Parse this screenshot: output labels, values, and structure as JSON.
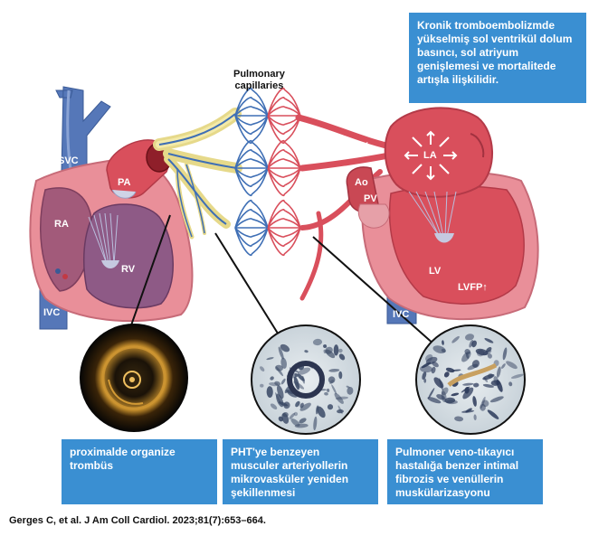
{
  "labels": {
    "pulmonary_capillaries": [
      "Pulmonary",
      "capillaries"
    ],
    "svc": "SVC",
    "ra": "RA",
    "rv": "RV",
    "pa": "PA",
    "ivc_left": "IVC",
    "pv_upper": "PV",
    "la": "LA",
    "ao": "Ao",
    "pv_lower": "PV",
    "lv": "LV",
    "lvfp": "LVFP↑",
    "ivc_right": "IVC"
  },
  "info_box": "Kronik tromboembolizmde yükselmiş sol ventrikül dolum basıncı, sol atriyum genişlemesi ve mortalitede artışla ilişkilidir.",
  "panels": [
    {
      "text": "proximalde organize trombüs"
    },
    {
      "text": "PHT'ye benzeyen musculer arteriyollerin mikrovasküler yeniden şekillenmesi"
    },
    {
      "text": "Pulmoner veno-tıkayıcı hastalığa benzer intimal fibrozis ve venüllerin muskülarizasyonu"
    }
  ],
  "citation": "Gerges C, et al. J Am Coll Cardiol. 2023;81(7):653–664.",
  "colors": {
    "venous_blue": "#3f6fb5",
    "arterial_red": "#d94f5c",
    "heart_pink": "#e98f99",
    "thrombus_yellow": "#e6d98a",
    "box_blue": "#3a8fd2"
  }
}
